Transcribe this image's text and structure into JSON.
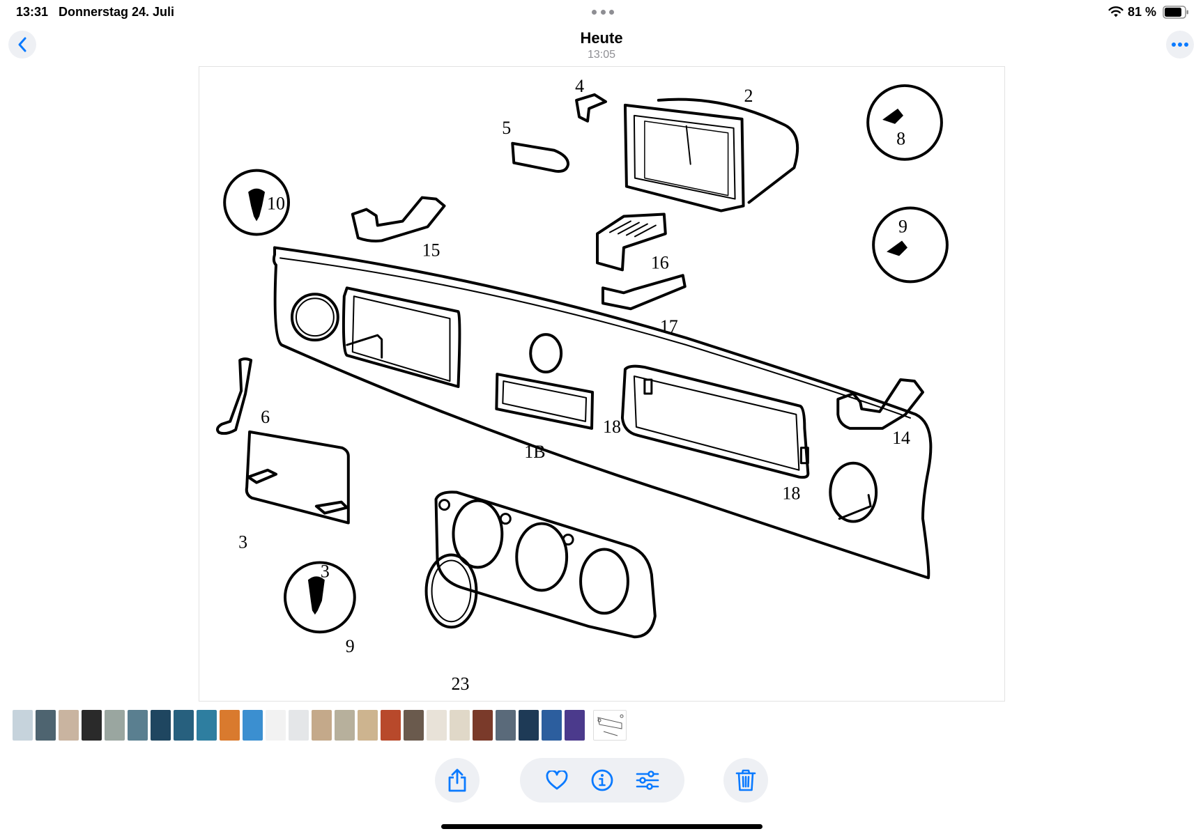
{
  "status_bar": {
    "time": "13:31",
    "date": "Donnerstag 24. Juli",
    "battery": "81 %",
    "wifi_icon": "wifi-icon",
    "battery_icon": "battery-icon"
  },
  "nav": {
    "title": "Heute",
    "subtitle": "13:05",
    "back_icon": "chevron-left-icon",
    "more_icon": "ellipsis-icon"
  },
  "photo": {
    "part_labels": [
      "4",
      "2",
      "5",
      "8",
      "10",
      "15",
      "16",
      "9",
      "17",
      "6",
      "18",
      "1B",
      "14",
      "18",
      "3",
      "3",
      "23",
      "9"
    ]
  },
  "toolbar": {
    "share_icon": "share-icon",
    "favorite_icon": "heart-icon",
    "info_icon": "info-icon",
    "adjust_icon": "sliders-icon",
    "delete_icon": "trash-icon"
  },
  "colors": {
    "accent": "#0a7aff",
    "button_bg": "#eef0f4",
    "secondary_text": "#8e8e93"
  },
  "thumbnails": {
    "colors": [
      "#c6d3dc",
      "#4e6470",
      "#c9b4a0",
      "#2a2a2a",
      "#9aa6a0",
      "#5a7f90",
      "#1f4660",
      "#27607e",
      "#2e7ea0",
      "#d97a2e",
      "#3b8fd0",
      "#f2f2f2",
      "#e4e6e8",
      "#c4a98a",
      "#b7b09c",
      "#cdb48f",
      "#b8492b",
      "#6a5a4d",
      "#e8e2d8",
      "#e0d8c8",
      "#7a3a2a",
      "#5a6a7a",
      "#1e3a56",
      "#2c5e9e",
      "#4b3a8c"
    ]
  }
}
